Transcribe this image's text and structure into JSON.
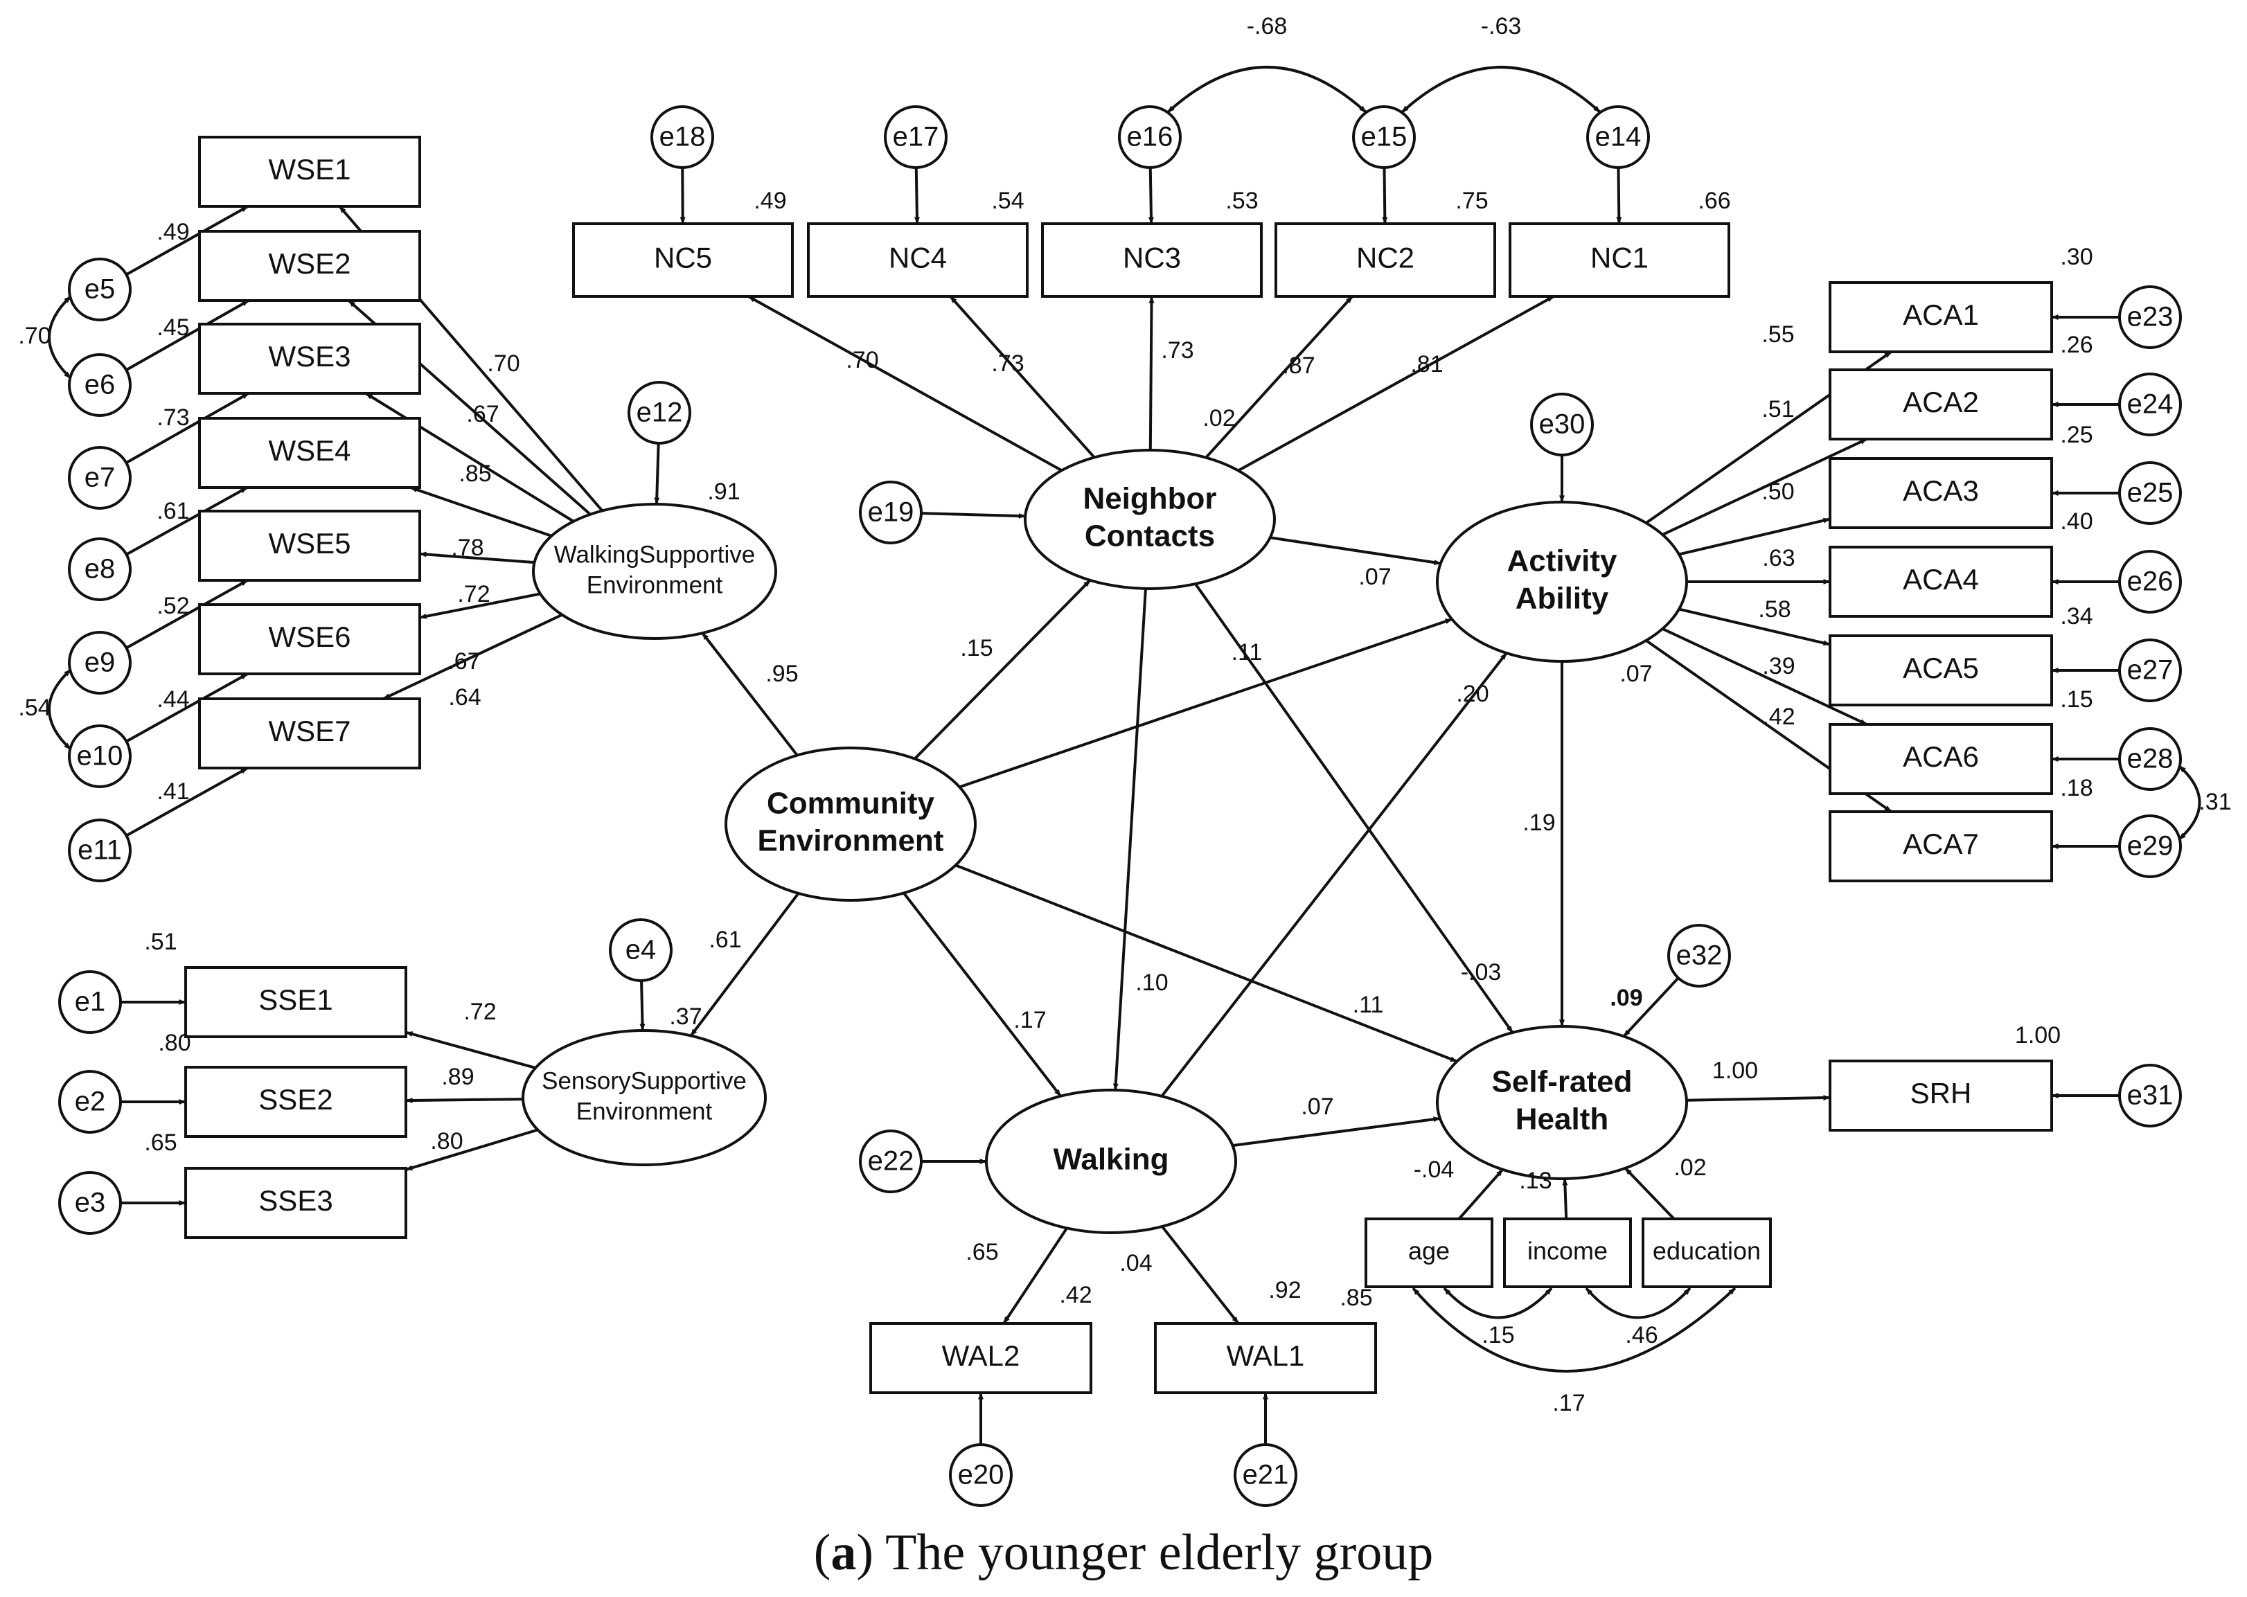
{
  "caption": {
    "letter": "a",
    "text": " The younger elderly group"
  },
  "latents": [
    {
      "id": "ce",
      "lines": [
        "Community",
        "Environment"
      ],
      "bold": true
    },
    {
      "id": "nc",
      "lines": [
        "Neighbor",
        "Contacts"
      ],
      "bold": true
    },
    {
      "id": "aa",
      "lines": [
        "Activity",
        "Ability"
      ],
      "bold": true
    },
    {
      "id": "wsp",
      "lines": [
        "WalkingSupportive",
        "Environment"
      ],
      "bold": false
    },
    {
      "id": "ssp",
      "lines": [
        "SensorySupportive",
        "Environment"
      ],
      "bold": false
    },
    {
      "id": "wk",
      "lines": [
        "Walking"
      ],
      "bold": true
    },
    {
      "id": "sr",
      "lines": [
        "Self-rated",
        "Health"
      ],
      "bold": true
    }
  ],
  "indicators": [
    {
      "id": "NC5",
      "label": "NC5"
    },
    {
      "id": "NC4",
      "label": "NC4"
    },
    {
      "id": "NC3",
      "label": "NC3"
    },
    {
      "id": "NC2",
      "label": "NC2"
    },
    {
      "id": "NC1",
      "label": "NC1"
    },
    {
      "id": "WSE1",
      "label": "WSE1"
    },
    {
      "id": "WSE2",
      "label": "WSE2"
    },
    {
      "id": "WSE3",
      "label": "WSE3"
    },
    {
      "id": "WSE4",
      "label": "WSE4"
    },
    {
      "id": "WSE5",
      "label": "WSE5"
    },
    {
      "id": "WSE6",
      "label": "WSE6"
    },
    {
      "id": "WSE7",
      "label": "WSE7"
    },
    {
      "id": "SSE1",
      "label": "SSE1"
    },
    {
      "id": "SSE2",
      "label": "SSE2"
    },
    {
      "id": "SSE3",
      "label": "SSE3"
    },
    {
      "id": "ACA1",
      "label": "ACA1"
    },
    {
      "id": "ACA2",
      "label": "ACA2"
    },
    {
      "id": "ACA3",
      "label": "ACA3"
    },
    {
      "id": "ACA4",
      "label": "ACA4"
    },
    {
      "id": "ACA5",
      "label": "ACA5"
    },
    {
      "id": "ACA6",
      "label": "ACA6"
    },
    {
      "id": "ACA7",
      "label": "ACA7"
    },
    {
      "id": "WAL2",
      "label": "WAL2"
    },
    {
      "id": "WAL1",
      "label": "WAL1"
    },
    {
      "id": "SRH",
      "label": "SRH"
    },
    {
      "id": "age",
      "label": "age"
    },
    {
      "id": "income",
      "label": "income"
    },
    {
      "id": "education",
      "label": "education"
    }
  ],
  "errors": [
    {
      "id": "e18",
      "label": "e18"
    },
    {
      "id": "e17",
      "label": "e17"
    },
    {
      "id": "e16",
      "label": "e16"
    },
    {
      "id": "e15",
      "label": "e15"
    },
    {
      "id": "e14",
      "label": "e14"
    },
    {
      "id": "e5",
      "label": "e5"
    },
    {
      "id": "e6",
      "label": "e6"
    },
    {
      "id": "e7",
      "label": "e7"
    },
    {
      "id": "e8",
      "label": "e8"
    },
    {
      "id": "e9",
      "label": "e9"
    },
    {
      "id": "e10",
      "label": "e10"
    },
    {
      "id": "e11",
      "label": "e11"
    },
    {
      "id": "e12",
      "label": "e12"
    },
    {
      "id": "e1",
      "label": "e1"
    },
    {
      "id": "e2",
      "label": "e2"
    },
    {
      "id": "e3",
      "label": "e3"
    },
    {
      "id": "e4",
      "label": "e4"
    },
    {
      "id": "e19",
      "label": "e19"
    },
    {
      "id": "e30",
      "label": "e30"
    },
    {
      "id": "e23",
      "label": "e23"
    },
    {
      "id": "e24",
      "label": "e24"
    },
    {
      "id": "e25",
      "label": "e25"
    },
    {
      "id": "e26",
      "label": "e26"
    },
    {
      "id": "e27",
      "label": "e27"
    },
    {
      "id": "e28",
      "label": "e28"
    },
    {
      "id": "e29",
      "label": "e29"
    },
    {
      "id": "e32",
      "label": "e32"
    },
    {
      "id": "e22",
      "label": "e22"
    },
    {
      "id": "e20",
      "label": "e20"
    },
    {
      "id": "e21",
      "label": "e21"
    },
    {
      "id": "e31",
      "label": "e31"
    }
  ],
  "paths": [
    {
      "from": "nc",
      "to": "NC5",
      "label": ".70"
    },
    {
      "from": "nc",
      "to": "NC4",
      "label": ".73"
    },
    {
      "from": "nc",
      "to": "NC3",
      "label": ".73"
    },
    {
      "from": "nc",
      "to": "NC2",
      "label": ".87"
    },
    {
      "from": "nc",
      "to": "NC1",
      "label": ".81"
    },
    {
      "from": "wsp",
      "to": "WSE1",
      "label": ".70"
    },
    {
      "from": "wsp",
      "to": "WSE2",
      "label": ".67"
    },
    {
      "from": "wsp",
      "to": "WSE3",
      "label": ".85"
    },
    {
      "from": "wsp",
      "to": "WSE4",
      "label": ".78"
    },
    {
      "from": "wsp",
      "to": "WSE5",
      "label": ".72"
    },
    {
      "from": "wsp",
      "to": "WSE6",
      "label": ".67"
    },
    {
      "from": "wsp",
      "to": "WSE7",
      "label": ".64"
    },
    {
      "from": "ssp",
      "to": "SSE1",
      "label": ".72"
    },
    {
      "from": "ssp",
      "to": "SSE2",
      "label": ".89"
    },
    {
      "from": "ssp",
      "to": "SSE3",
      "label": ".80"
    },
    {
      "from": "aa",
      "to": "ACA1",
      "label": ".55"
    },
    {
      "from": "aa",
      "to": "ACA2",
      "label": ".51"
    },
    {
      "from": "aa",
      "to": "ACA3",
      "label": ".50"
    },
    {
      "from": "aa",
      "to": "ACA4",
      "label": ".63"
    },
    {
      "from": "aa",
      "to": "ACA5",
      "label": ".58"
    },
    {
      "from": "aa",
      "to": "ACA6",
      "label": ".39"
    },
    {
      "from": "aa",
      "to": "ACA7",
      "label": ".42"
    },
    {
      "from": "wk",
      "to": "WAL2",
      "label": ".65"
    },
    {
      "from": "wk",
      "to": "WAL1",
      "label": ".92"
    },
    {
      "from": "sr",
      "to": "SRH",
      "label": "1.00"
    },
    {
      "from": "ce",
      "to": "wsp",
      "label": ".95"
    },
    {
      "from": "ce",
      "to": "ssp",
      "label": ".61"
    },
    {
      "from": "ce",
      "to": "nc",
      "label": ".15"
    },
    {
      "from": "ce",
      "to": "aa",
      "label": ".11"
    },
    {
      "from": "ce",
      "to": "wk",
      "label": ".17"
    },
    {
      "from": "ce",
      "to": "sr",
      "label": ".11"
    },
    {
      "from": "nc",
      "to": "aa",
      "label": ".07"
    },
    {
      "from": "nc",
      "to": "wk",
      "label": ".10"
    },
    {
      "from": "nc",
      "to": "sr",
      "label": "-.03"
    },
    {
      "from": "aa",
      "to": "sr",
      "label": ".19"
    },
    {
      "from": "wk",
      "to": "aa",
      "label": ".20"
    },
    {
      "from": "wk",
      "to": "sr",
      "label": ".07"
    },
    {
      "from": "age",
      "to": "sr",
      "label": "-.04"
    },
    {
      "from": "income",
      "to": "sr",
      "label": ".13"
    },
    {
      "from": "education",
      "to": "sr",
      "label": ".02"
    }
  ],
  "error_paths": [
    {
      "from": "e18",
      "to": "NC5"
    },
    {
      "from": "e17",
      "to": "NC4"
    },
    {
      "from": "e16",
      "to": "NC3"
    },
    {
      "from": "e15",
      "to": "NC2"
    },
    {
      "from": "e14",
      "to": "NC1"
    },
    {
      "from": "e5",
      "to": "WSE1"
    },
    {
      "from": "e6",
      "to": "WSE2"
    },
    {
      "from": "e7",
      "to": "WSE3"
    },
    {
      "from": "e8",
      "to": "WSE4"
    },
    {
      "from": "e9",
      "to": "WSE5"
    },
    {
      "from": "e10",
      "to": "WSE6"
    },
    {
      "from": "e11",
      "to": "WSE7"
    },
    {
      "from": "e12",
      "to": "wsp"
    },
    {
      "from": "e1",
      "to": "SSE1"
    },
    {
      "from": "e2",
      "to": "SSE2"
    },
    {
      "from": "e3",
      "to": "SSE3"
    },
    {
      "from": "e4",
      "to": "ssp"
    },
    {
      "from": "e19",
      "to": "nc"
    },
    {
      "from": "e30",
      "to": "aa"
    },
    {
      "from": "e23",
      "to": "ACA1"
    },
    {
      "from": "e24",
      "to": "ACA2"
    },
    {
      "from": "e25",
      "to": "ACA3"
    },
    {
      "from": "e26",
      "to": "ACA4"
    },
    {
      "from": "e27",
      "to": "ACA5"
    },
    {
      "from": "e28",
      "to": "ACA6"
    },
    {
      "from": "e29",
      "to": "ACA7"
    },
    {
      "from": "e32",
      "to": "sr"
    },
    {
      "from": "e22",
      "to": "wk"
    },
    {
      "from": "e20",
      "to": "WAL2"
    },
    {
      "from": "e21",
      "to": "WAL1"
    },
    {
      "from": "e31",
      "to": "SRH"
    }
  ],
  "covariances": [
    {
      "a": "e16",
      "b": "e15",
      "label": "-.68"
    },
    {
      "a": "e15",
      "b": "e14",
      "label": "-.63"
    },
    {
      "a": "e5",
      "b": "e6",
      "label": ".70"
    },
    {
      "a": "e9",
      "b": "e10",
      "label": ".54"
    },
    {
      "a": "e28",
      "b": "e29",
      "label": ".31"
    },
    {
      "a": "age",
      "b": "income",
      "label": ".15"
    },
    {
      "a": "income",
      "b": "education",
      "label": ".46"
    },
    {
      "a": "age",
      "b": "education",
      "label": ".17"
    }
  ],
  "r_squared": [
    {
      "node": "NC5",
      "label": ".49"
    },
    {
      "node": "NC4",
      "label": ".54"
    },
    {
      "node": "NC3",
      "label": ".53"
    },
    {
      "node": "NC2",
      "label": ".75"
    },
    {
      "node": "NC1",
      "label": ".66"
    },
    {
      "node": "WSE1",
      "label": ".49"
    },
    {
      "node": "WSE2",
      "label": ".45"
    },
    {
      "node": "WSE3",
      "label": ".73"
    },
    {
      "node": "WSE4",
      "label": ".61"
    },
    {
      "node": "WSE5",
      "label": ".52"
    },
    {
      "node": "WSE6",
      "label": ".44"
    },
    {
      "node": "WSE7",
      "label": ".41"
    },
    {
      "node": "SSE1",
      "label": ".51"
    },
    {
      "node": "SSE2",
      "label": ".80"
    },
    {
      "node": "SSE3",
      "label": ".65"
    },
    {
      "node": "ACA1",
      "label": ".30"
    },
    {
      "node": "ACA2",
      "label": ".26"
    },
    {
      "node": "ACA3",
      "label": ".25"
    },
    {
      "node": "ACA4",
      "label": ".40"
    },
    {
      "node": "ACA5",
      "label": ".34"
    },
    {
      "node": "ACA6",
      "label": ".15"
    },
    {
      "node": "ACA7",
      "label": ".18"
    },
    {
      "node": "WAL2",
      "label": ".42"
    },
    {
      "node": "WAL1",
      "label": ".85"
    },
    {
      "node": "SRH",
      "label": "1.00"
    },
    {
      "node": "wsp",
      "label": ".91"
    },
    {
      "node": "ssp",
      "label": ".37"
    },
    {
      "node": "nc",
      "label": ".02"
    },
    {
      "node": "aa",
      "label": ".07"
    },
    {
      "node": "wk",
      "label": ".04"
    },
    {
      "node": "sr",
      "label": ".09"
    }
  ]
}
